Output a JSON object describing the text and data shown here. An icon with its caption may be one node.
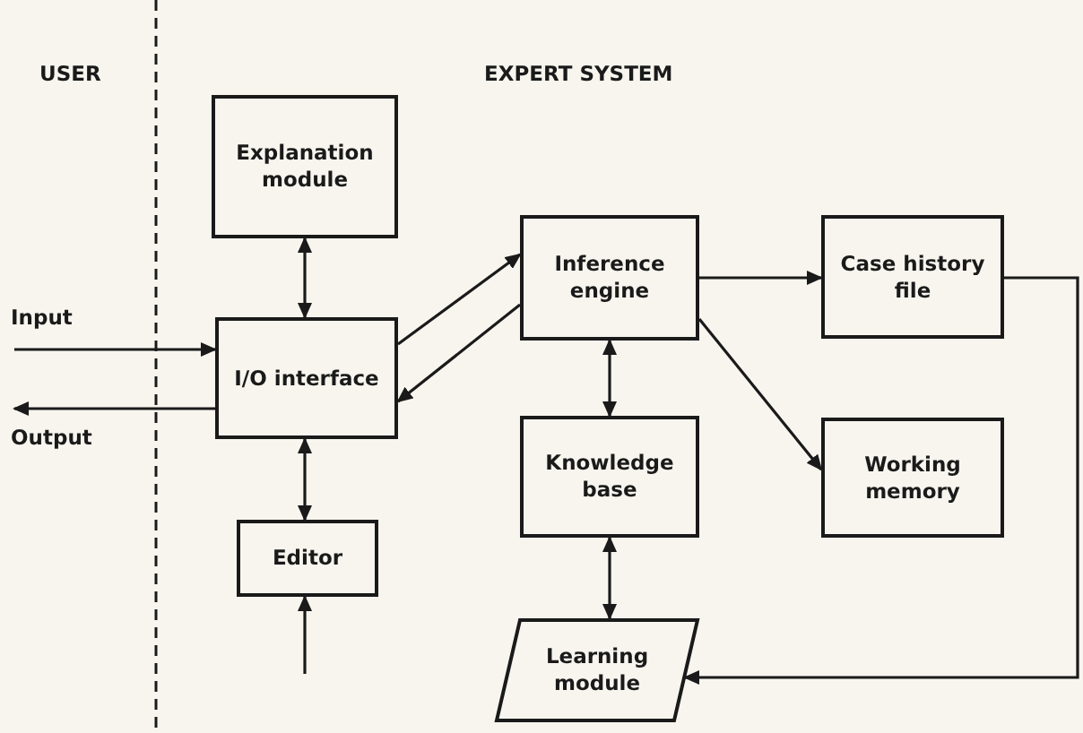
{
  "diagram": {
    "nodes": [
      {
        "text": [
          "Input"
        ]
      },
      {
        "text": [
          "Output"
        ]
      },
      {
        "text": [
          "Explanation module"
        ]
      },
      {
        "text": [
          "I/O interface"
        ]
      },
      {
        "text": [
          "Editor"
        ]
      },
      {
        "text": [
          "Inference engine"
        ]
      },
      {
        "text": [
          "Case history file"
        ]
      },
      {
        "text": [
          "Working memory"
        ]
      },
      {
        "text": [
          "Knowledge base"
        ]
      },
      {
        "text": [
          "Learning module"
        ]
      }
    ],
    "edges": [
      {
        "from": 0,
        "to": 3,
        "arrow": "to"
      },
      {
        "from": 3,
        "to": 1,
        "arrow": "to"
      },
      {
        "from": 2,
        "to": 3,
        "arrow": "both"
      },
      {
        "from": 3,
        "to": 4,
        "arrow": "both"
      },
      {
        "from": null,
        "to": 4,
        "arrow": "to"
      },
      {
        "from": 3,
        "to": 5,
        "arrow": "to"
      },
      {
        "from": 5,
        "to": 3,
        "arrow": "to"
      },
      {
        "from": 5,
        "to": 6,
        "arrow": "to"
      },
      {
        "from": 5,
        "to": 7,
        "arrow": "to"
      },
      {
        "from": 5,
        "to": 8,
        "arrow": "both"
      },
      {
        "from": 8,
        "to": 9,
        "arrow": "both"
      },
      {
        "from": 6,
        "to": 9,
        "arrow": "to"
      }
    ],
    "labels": [
      "USER",
      "EXPERT SYSTEM"
    ]
  }
}
